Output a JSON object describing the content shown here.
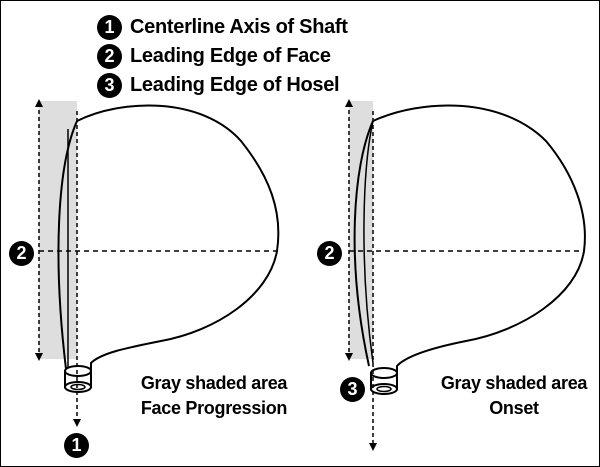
{
  "legend": {
    "items": [
      {
        "number": "1",
        "label": "Centerline Axis of Shaft"
      },
      {
        "number": "2",
        "label": "Leading Edge of Face"
      },
      {
        "number": "3",
        "label": "Leading Edge of Hosel"
      }
    ]
  },
  "left_diagram": {
    "caption_line1": "Gray shaded area",
    "caption_line2": "Face Progression",
    "face_marker": "2",
    "shaft_marker": "1"
  },
  "right_diagram": {
    "caption_line1": "Gray shaded area",
    "caption_line2": "Onset",
    "face_marker": "2",
    "hosel_marker": "3"
  },
  "colors": {
    "shade": "#dedede",
    "ink": "#000000",
    "background": "#ffffff"
  }
}
